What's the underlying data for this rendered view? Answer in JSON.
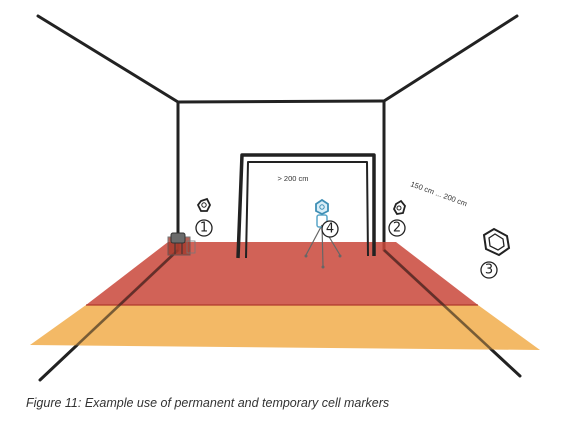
{
  "labels": {
    "door_height": "> 200 cm",
    "marker_distance": "150 cm ... 200 cm"
  },
  "markers": [
    {
      "number": "1"
    },
    {
      "number": "2"
    },
    {
      "number": "3"
    },
    {
      "number": "4"
    }
  ],
  "caption": "Figure 11: Example use of permanent and temporary cell markers",
  "colors": {
    "inner_zone": "#c9473a",
    "outer_zone": "#f2b155",
    "lines": "#222222",
    "temporary_marker": "#5aa6c8"
  }
}
